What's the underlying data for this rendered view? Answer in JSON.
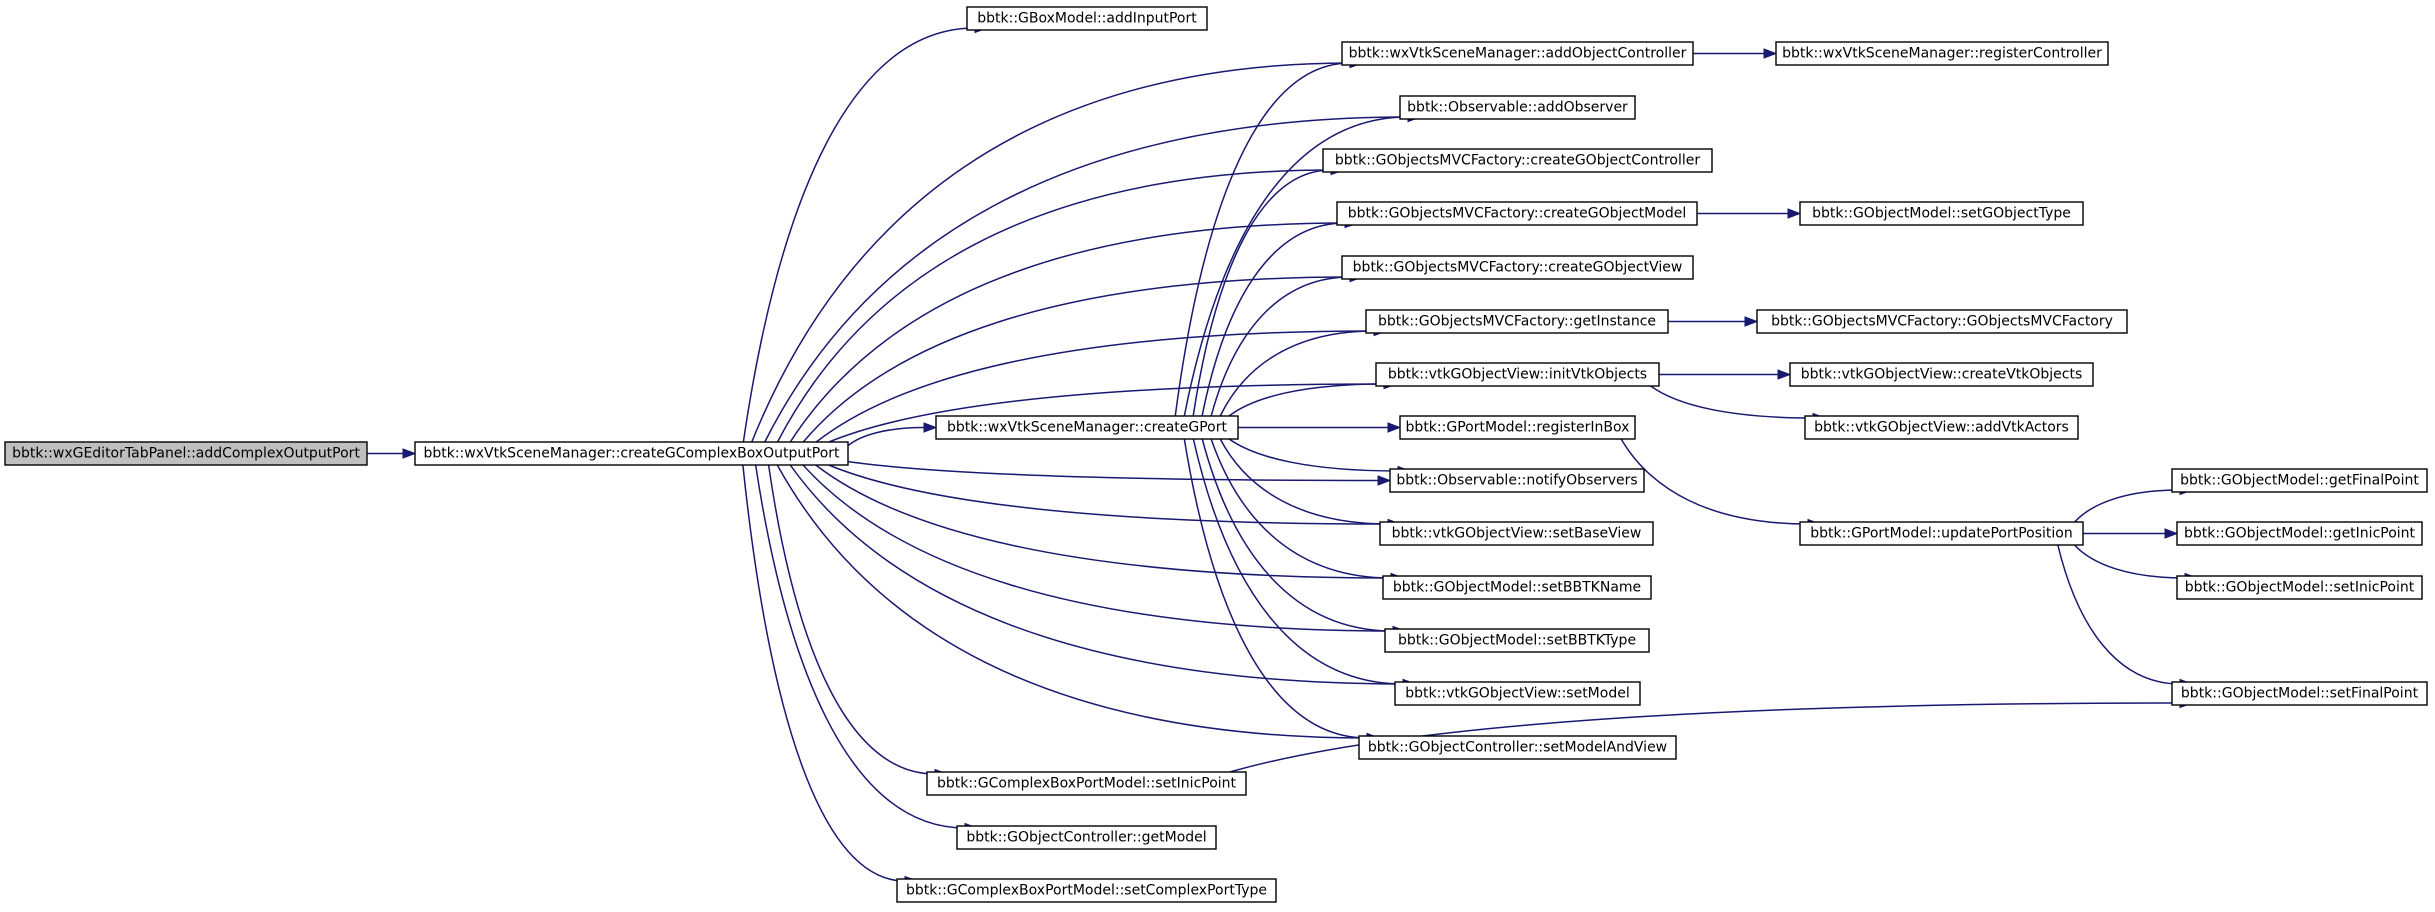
{
  "nodes": [
    {
      "id": "n0",
      "label": "bbtk::wxGEditorTabPanel::addComplexOutputPort",
      "root": true
    },
    {
      "id": "n1",
      "label": "bbtk::wxVtkSceneManager::createGComplexBoxOutputPort"
    },
    {
      "id": "n2",
      "label": "bbtk::GBoxModel::addInputPort"
    },
    {
      "id": "n3",
      "label": "bbtk::wxVtkSceneManager::addObjectController"
    },
    {
      "id": "n4",
      "label": "bbtk::Observable::addObserver"
    },
    {
      "id": "n5",
      "label": "bbtk::GObjectsMVCFactory::createGObjectController"
    },
    {
      "id": "n6",
      "label": "bbtk::GObjectsMVCFactory::createGObjectModel"
    },
    {
      "id": "n7",
      "label": "bbtk::GObjectsMVCFactory::createGObjectView"
    },
    {
      "id": "n8",
      "label": "bbtk::GObjectsMVCFactory::getInstance"
    },
    {
      "id": "n9",
      "label": "bbtk::vtkGObjectView::initVtkObjects"
    },
    {
      "id": "n10",
      "label": "bbtk::wxVtkSceneManager::createGPort"
    },
    {
      "id": "n11",
      "label": "bbtk::Observable::notifyObservers"
    },
    {
      "id": "n12",
      "label": "bbtk::vtkGObjectView::setBaseView"
    },
    {
      "id": "n13",
      "label": "bbtk::GObjectModel::setBBTKName"
    },
    {
      "id": "n14",
      "label": "bbtk::GObjectModel::setBBTKType"
    },
    {
      "id": "n15",
      "label": "bbtk::vtkGObjectView::setModel"
    },
    {
      "id": "n16",
      "label": "bbtk::GObjectController::setModelAndView"
    },
    {
      "id": "n17",
      "label": "bbtk::GComplexBoxPortModel::setInicPoint"
    },
    {
      "id": "n18",
      "label": "bbtk::GObjectController::getModel"
    },
    {
      "id": "n19",
      "label": "bbtk::GComplexBoxPortModel::setComplexPortType"
    },
    {
      "id": "n20",
      "label": "bbtk::wxVtkSceneManager::registerController"
    },
    {
      "id": "n21",
      "label": "bbtk::GObjectModel::setGObjectType"
    },
    {
      "id": "n22",
      "label": "bbtk::GObjectsMVCFactory::GObjectsMVCFactory"
    },
    {
      "id": "n23",
      "label": "bbtk::vtkGObjectView::createVtkObjects"
    },
    {
      "id": "n24",
      "label": "bbtk::vtkGObjectView::addVtkActors"
    },
    {
      "id": "n25",
      "label": "bbtk::GPortModel::registerInBox"
    },
    {
      "id": "n26",
      "label": "bbtk::GPortModel::updatePortPosition"
    },
    {
      "id": "n27",
      "label": "bbtk::GObjectModel::getFinalPoint"
    },
    {
      "id": "n28",
      "label": "bbtk::GObjectModel::getInicPoint"
    },
    {
      "id": "n29",
      "label": "bbtk::GObjectModel::setInicPoint"
    },
    {
      "id": "n30",
      "label": "bbtk::GObjectModel::setFinalPoint"
    }
  ],
  "edges": [
    [
      "n0",
      "n1"
    ],
    [
      "n1",
      "n2"
    ],
    [
      "n1",
      "n3"
    ],
    [
      "n1",
      "n4"
    ],
    [
      "n1",
      "n5"
    ],
    [
      "n1",
      "n6"
    ],
    [
      "n1",
      "n7"
    ],
    [
      "n1",
      "n8"
    ],
    [
      "n1",
      "n9"
    ],
    [
      "n1",
      "n10"
    ],
    [
      "n1",
      "n11"
    ],
    [
      "n1",
      "n12"
    ],
    [
      "n1",
      "n13"
    ],
    [
      "n1",
      "n14"
    ],
    [
      "n1",
      "n15"
    ],
    [
      "n1",
      "n16"
    ],
    [
      "n1",
      "n17"
    ],
    [
      "n1",
      "n18"
    ],
    [
      "n1",
      "n19"
    ],
    [
      "n3",
      "n20"
    ],
    [
      "n6",
      "n21"
    ],
    [
      "n8",
      "n22"
    ],
    [
      "n9",
      "n23"
    ],
    [
      "n9",
      "n24"
    ],
    [
      "n10",
      "n3"
    ],
    [
      "n10",
      "n4"
    ],
    [
      "n10",
      "n5"
    ],
    [
      "n10",
      "n6"
    ],
    [
      "n10",
      "n7"
    ],
    [
      "n10",
      "n8"
    ],
    [
      "n10",
      "n9"
    ],
    [
      "n10",
      "n25"
    ],
    [
      "n10",
      "n11"
    ],
    [
      "n10",
      "n12"
    ],
    [
      "n10",
      "n13"
    ],
    [
      "n10",
      "n14"
    ],
    [
      "n10",
      "n15"
    ],
    [
      "n10",
      "n16"
    ],
    [
      "n25",
      "n26"
    ],
    [
      "n26",
      "n27"
    ],
    [
      "n26",
      "n28"
    ],
    [
      "n26",
      "n29"
    ],
    [
      "n26",
      "n30"
    ],
    [
      "n17",
      "n30"
    ]
  ]
}
